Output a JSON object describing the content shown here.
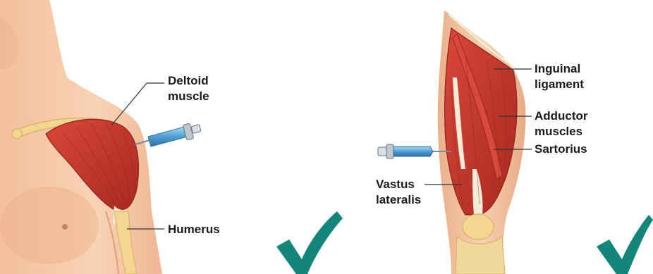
{
  "left_panel": {
    "labels": {
      "deltoid_line1": "Deltoid",
      "deltoid_line2": "muscle",
      "humerus": "Humerus"
    }
  },
  "right_panel": {
    "labels": {
      "inguinal_line1": "Inguinal",
      "inguinal_line2": "ligament",
      "adductor_line1": "Adductor",
      "adductor_line2": "muscles",
      "sartorius": "Sartorius",
      "vastus_line1": "Vastus",
      "vastus_line2": "lateralis"
    }
  },
  "colors": {
    "skin": "#f6c9a8",
    "skin_shadow": "#e9a97f",
    "muscle": "#c8382e",
    "muscle_dark": "#9e2620",
    "bone": "#f3d690",
    "tendon": "#f4ecd6",
    "needle_blue": "#5aa9d8",
    "check_teal": "#13857a"
  },
  "icons": [
    "syringe-icon",
    "checkmark-icon"
  ]
}
